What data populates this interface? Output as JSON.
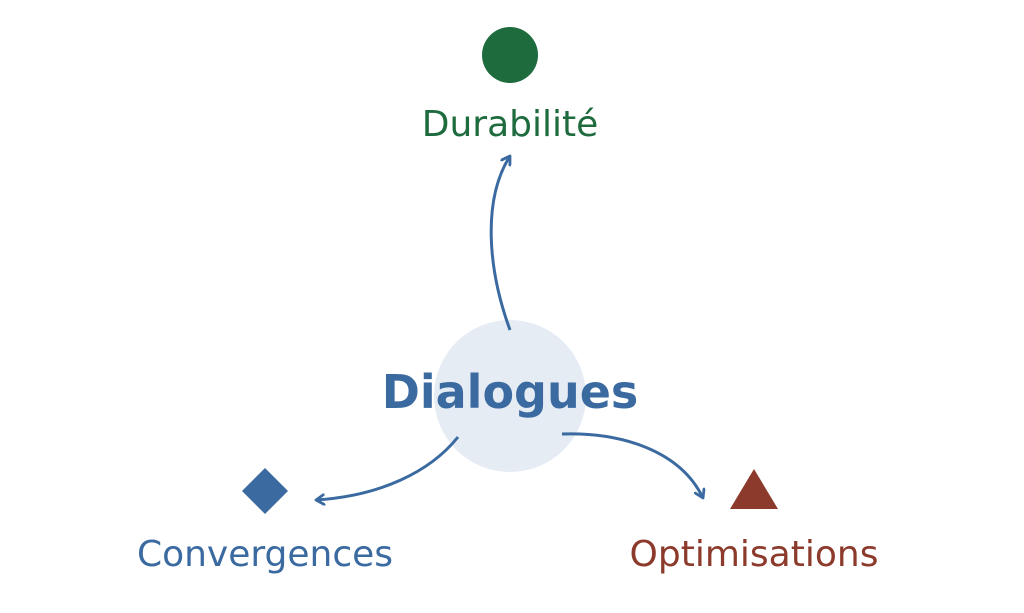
{
  "center": {
    "label": "Dialogues",
    "text_color": "#3a6aa0",
    "halo_color": "#e6ecf4"
  },
  "nodes": {
    "top": {
      "label": "Durabilité",
      "shape": "circle",
      "color": "#1e6b3e"
    },
    "left": {
      "label": "Convergences",
      "shape": "diamond",
      "color": "#3a6aa0"
    },
    "right": {
      "label": "Optimisations",
      "shape": "triangle",
      "color": "#8c3a2b"
    }
  },
  "arrow_color": "#3a6aa0"
}
